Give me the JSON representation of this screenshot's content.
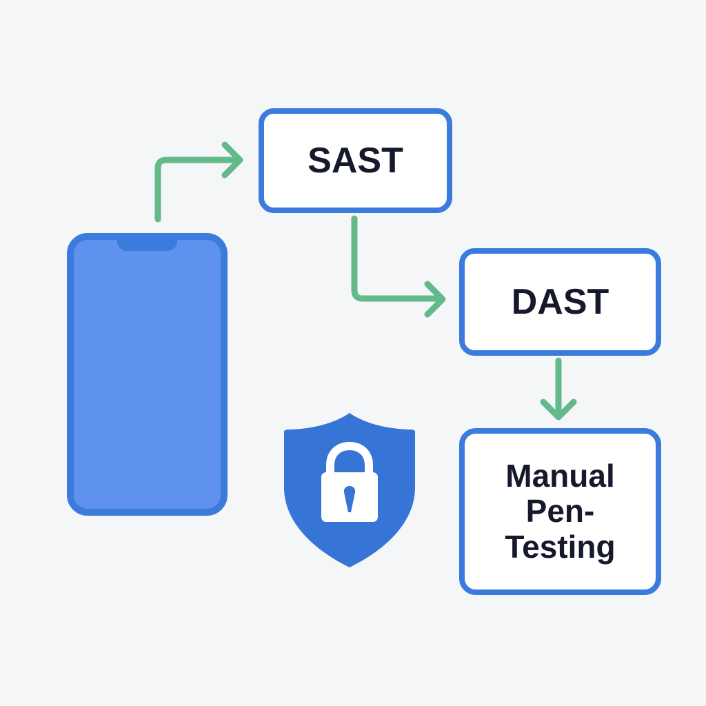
{
  "diagram": {
    "steps": [
      {
        "id": "sast",
        "label": "SAST"
      },
      {
        "id": "dast",
        "label": "DAST"
      },
      {
        "id": "manual",
        "label_lines": [
          "Manual",
          "Pen-",
          "Testing"
        ]
      }
    ],
    "icons": {
      "device": "smartphone-icon",
      "security": "shield-lock-icon"
    },
    "colors": {
      "box_border": "#3a7bdc",
      "phone_fill": "#5f92ee",
      "arrow": "#63b98a",
      "shield": "#3674d6",
      "text": "#16182b",
      "background": "#f5f6f8"
    }
  }
}
